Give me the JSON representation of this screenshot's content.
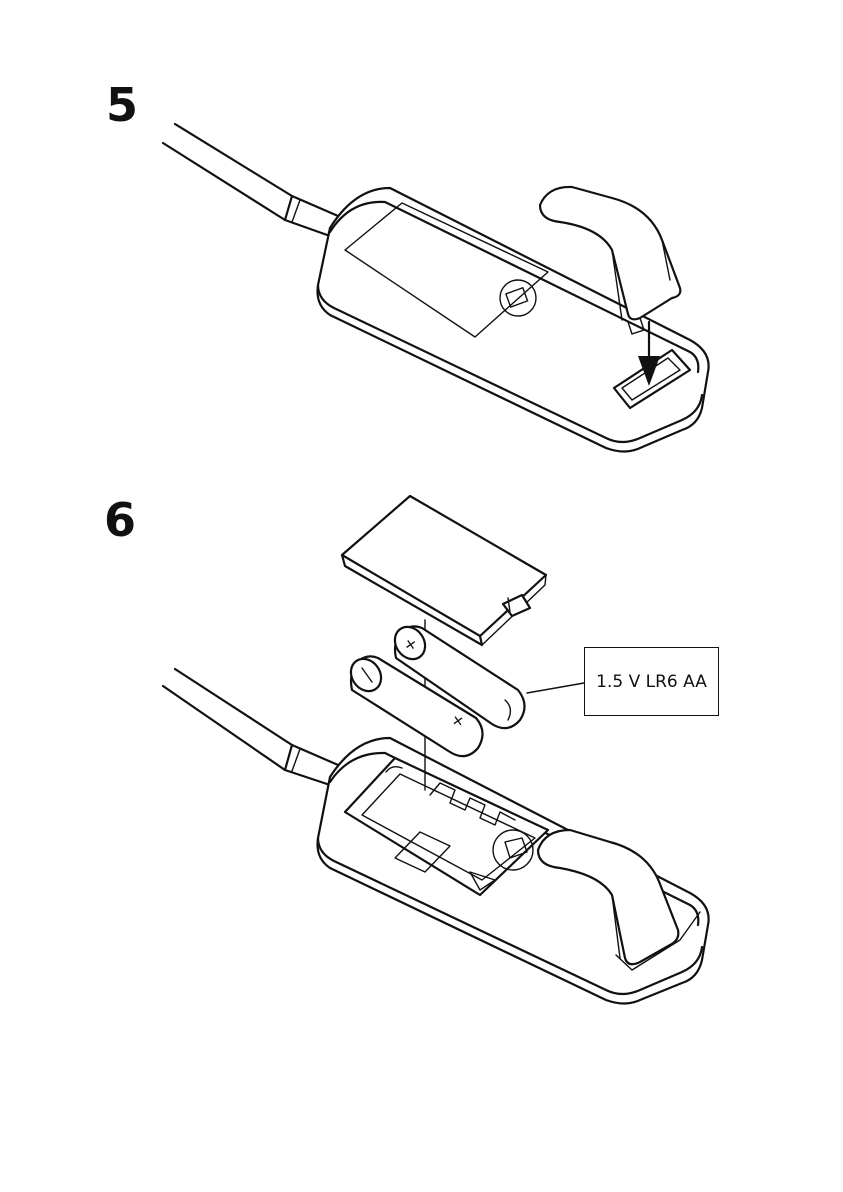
{
  "steps": [
    {
      "number": "5"
    },
    {
      "number": "6"
    }
  ],
  "battery_callout": {
    "label": "1.5 V LR6 AA"
  },
  "battery_marks": {
    "plus": "+",
    "minus": "-"
  },
  "colors": {
    "line": "#111111",
    "background": "#ffffff"
  }
}
